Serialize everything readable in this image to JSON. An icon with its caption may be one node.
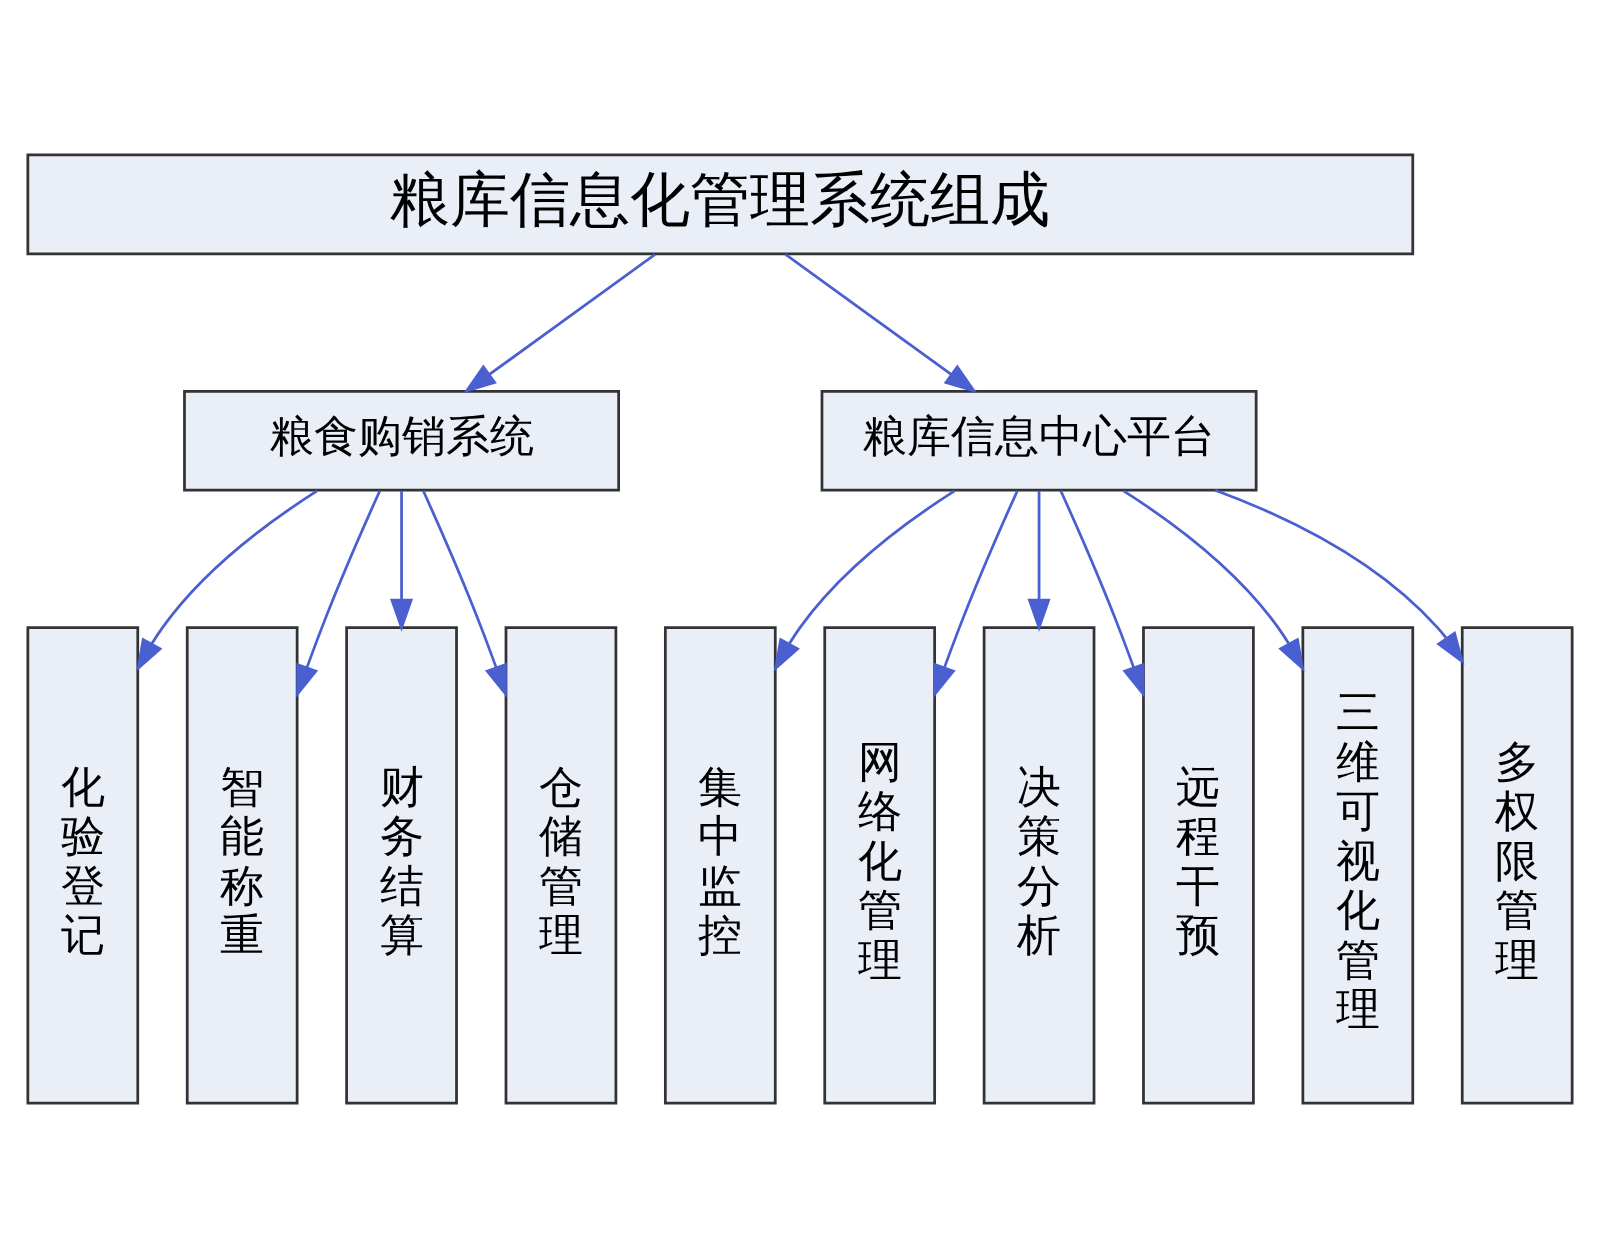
{
  "diagram": {
    "nodes": [
      {
        "text": [
          "粮库信息化管理系统组成"
        ]
      },
      {
        "text": [
          "粮食购销系统"
        ]
      },
      {
        "text": [
          "粮库信息中心平台"
        ]
      },
      {
        "text": [
          "化验登记"
        ]
      },
      {
        "text": [
          "智能称重"
        ]
      },
      {
        "text": [
          "财务结算"
        ]
      },
      {
        "text": [
          "仓储管理"
        ]
      },
      {
        "text": [
          "集中监控"
        ]
      },
      {
        "text": [
          "网络化管理"
        ]
      },
      {
        "text": [
          "决策分析"
        ]
      },
      {
        "text": [
          "远程干预"
        ]
      },
      {
        "text": [
          "三维可视化管理"
        ]
      },
      {
        "text": [
          "多权限管理"
        ]
      }
    ],
    "edges": [
      {
        "from": 0,
        "to": 1,
        "arrow": "to"
      },
      {
        "from": 0,
        "to": 2,
        "arrow": "to"
      },
      {
        "from": 1,
        "to": 3,
        "arrow": "to"
      },
      {
        "from": 1,
        "to": 4,
        "arrow": "to"
      },
      {
        "from": 1,
        "to": 5,
        "arrow": "to"
      },
      {
        "from": 1,
        "to": 6,
        "arrow": "to"
      },
      {
        "from": 2,
        "to": 7,
        "arrow": "to"
      },
      {
        "from": 2,
        "to": 8,
        "arrow": "to"
      },
      {
        "from": 2,
        "to": 9,
        "arrow": "to"
      },
      {
        "from": 2,
        "to": 10,
        "arrow": "to"
      },
      {
        "from": 2,
        "to": 11,
        "arrow": "to"
      },
      {
        "from": 2,
        "to": 12,
        "arrow": "to"
      }
    ]
  }
}
